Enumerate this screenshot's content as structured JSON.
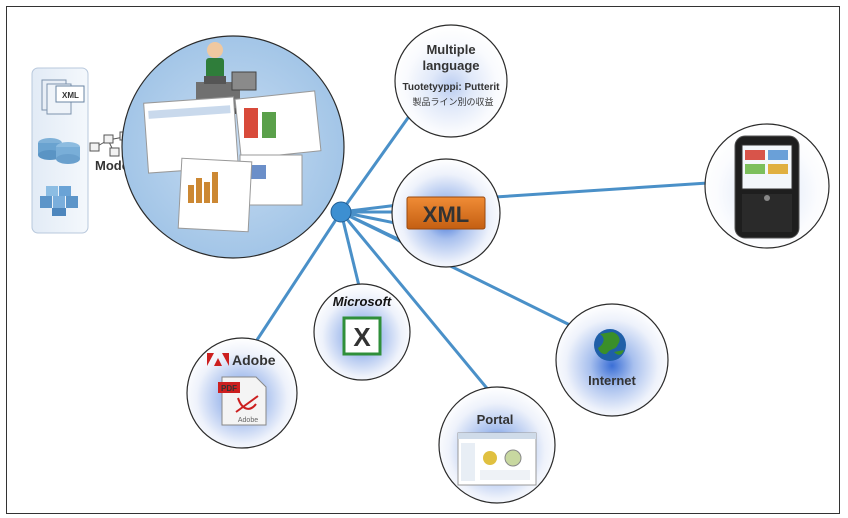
{
  "title": "",
  "labels": {
    "model": "Model",
    "xml_small": "XML",
    "multiple_language_line1": "Multiple",
    "multiple_language_line2": "language",
    "finnish_text": "Tuotetyyppi: Putterit",
    "japanese_text": "製品ライン別の収益",
    "xml_badge": "XML",
    "microsoft": "Microsoft",
    "excel_letter": "X",
    "adobe": "Adobe",
    "pdf": "PDF",
    "adobe_small": "Adobe",
    "portal": "Portal",
    "internet": "Internet"
  },
  "colors": {
    "connector": "#4a90c8",
    "hub": "#3d8fd1",
    "bubble_edge": "#2b2b2b",
    "xml_orange": "#d9711f",
    "excel_green": "#2f8f3a",
    "adobe_red": "#cc1f1f",
    "globe_blue": "#1f5fa8",
    "globe_green": "#3a8f2a"
  },
  "nodes": [
    "model-repository",
    "analytics-bubble",
    "multiple-language-bubble",
    "xml-bubble",
    "blackberry-bubble",
    "microsoft-excel-bubble",
    "adobe-pdf-bubble",
    "portal-bubble",
    "internet-bubble"
  ]
}
